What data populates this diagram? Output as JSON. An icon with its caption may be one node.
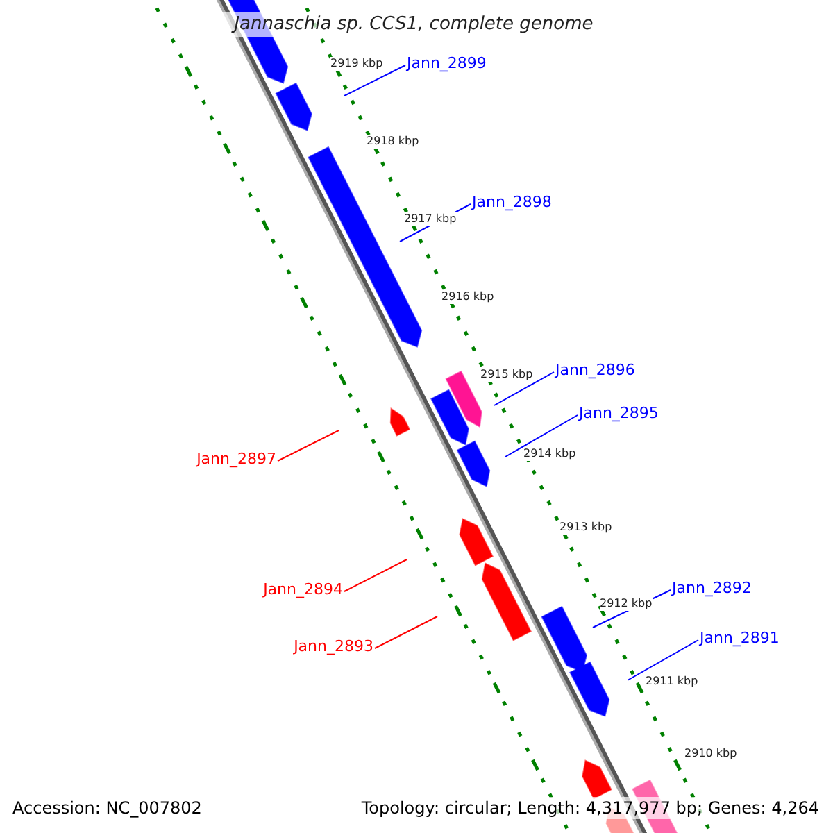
{
  "diagram": {
    "title": "Jannaschia sp. CCS1, complete genome",
    "nodes": [
      {
        "text": [
          "Jann_2899"
        ]
      },
      {
        "text": [
          "Jann_2898"
        ]
      },
      {
        "text": [
          "Jann_2896"
        ]
      },
      {
        "text": [
          "Jann_2895"
        ]
      },
      {
        "text": [
          "Jann_2897"
        ]
      },
      {
        "text": [
          "Jann_2894"
        ]
      },
      {
        "text": [
          "Jann_2893"
        ]
      },
      {
        "text": [
          "Jann_2892"
        ]
      },
      {
        "text": [
          "Jann_2891"
        ]
      }
    ],
    "edges": [
      {
        "from": 0,
        "to": null,
        "arrow": "none"
      },
      {
        "from": 1,
        "to": null,
        "arrow": "none"
      },
      {
        "from": 2,
        "to": null,
        "arrow": "none"
      },
      {
        "from": 3,
        "to": null,
        "arrow": "none"
      },
      {
        "from": 4,
        "to": null,
        "arrow": "none",
        "color": "#ff0000"
      },
      {
        "from": 5,
        "to": null,
        "arrow": "none",
        "color": "#ff0000"
      },
      {
        "from": 6,
        "to": null,
        "arrow": "none",
        "color": "#ff0000"
      },
      {
        "from": 7,
        "to": null,
        "arrow": "none"
      },
      {
        "from": 8,
        "to": null,
        "arrow": "none"
      }
    ],
    "labels": [
      "2919 kbp",
      "2918 kbp",
      "2917 kbp",
      "2916 kbp",
      "2915 kbp",
      "2914 kbp",
      "2913 kbp",
      "2912 kbp",
      "2911 kbp",
      "2910 kbp",
      "Accession: NC_007802",
      "Topology: circular; Length: 4,317,977 bp; Genes: 4,264"
    ]
  }
}
